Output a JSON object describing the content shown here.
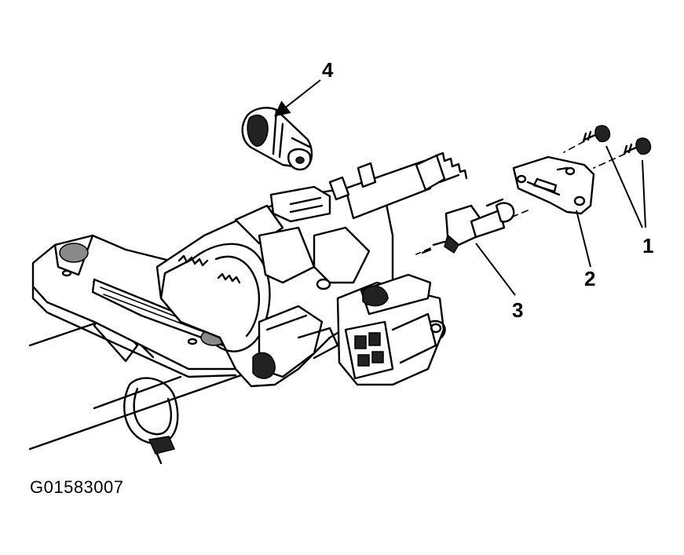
{
  "figure_id": "G01583007",
  "callouts": [
    {
      "id": "c1",
      "label": "1"
    },
    {
      "id": "c2",
      "label": "2"
    },
    {
      "id": "c3",
      "label": "3"
    },
    {
      "id": "c4",
      "label": "4"
    }
  ]
}
